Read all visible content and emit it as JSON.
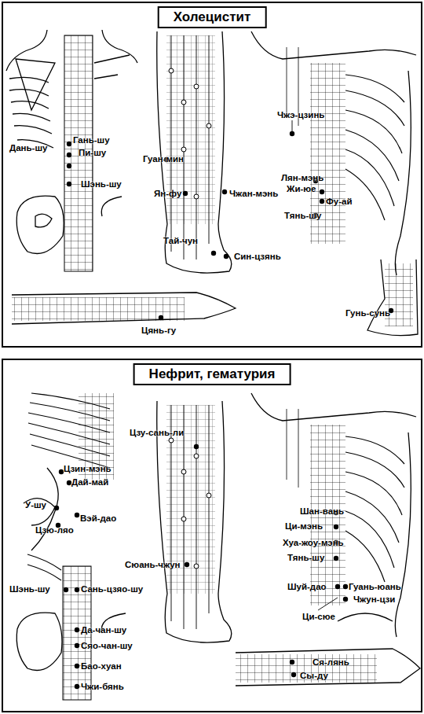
{
  "diagram": {
    "nodes": [
      {
        "text": [
          "Холецистит"
        ]
      },
      {
        "text": [
          "Нефрит, гематурия"
        ]
      }
    ],
    "labels": [
      "Дань-шу",
      "Гань-шу",
      "Пи-шу",
      "Шэнь-шу",
      "Гуан-мин",
      "Ян-фу",
      "Чжан-мэнь",
      "Тай-чун",
      "Син-цзянь",
      "Чжэ-цзинь",
      "Лян-мэнь",
      "Жи-юе",
      "Фу-ай",
      "Тянь-шу",
      "Гунь-сунь",
      "Цянь-гу",
      "Цзу-сань-ли",
      "Цзин-мэнь",
      "Дай-май",
      "У-шу",
      "Вэй-дао",
      "Цзю-ляо",
      "Сюань-чжун",
      "Шан-вань",
      "Ци-мэнь",
      "Хуа-жоу-мэнь",
      "Тянь-шу",
      "Шуй-дао",
      "Гуань-юань",
      "Чжун-цзи",
      "Ци-сюе",
      "Шэнь-шу",
      "Сань-цзяо-шу",
      "Да-чан-шу",
      "Сяо-чан-шу",
      "Бао-хуан",
      "Чжи-бянь",
      "Ся-лянь",
      "Сы-ду"
    ]
  }
}
